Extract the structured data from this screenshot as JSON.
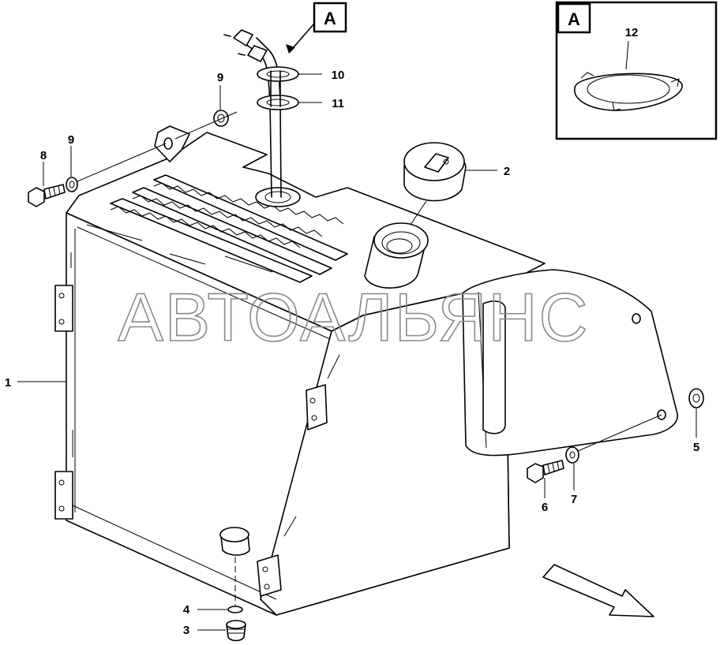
{
  "watermark": "АВТОАЛЬЯНС",
  "detail_view": {
    "letter": "A",
    "item": "12"
  },
  "main_view_letter": "A",
  "callouts": {
    "c1": "1",
    "c2": "2",
    "c3": "3",
    "c4": "4",
    "c5": "5",
    "c6": "6",
    "c7": "7",
    "c8": "8",
    "c9a": "9",
    "c9b": "9",
    "c10": "10",
    "c11": "11"
  },
  "colors": {
    "line": "#000000",
    "watermark": "#8a8a8a",
    "background": "#ffffff"
  },
  "icons": {
    "direction": "forward-arrow-icon"
  }
}
